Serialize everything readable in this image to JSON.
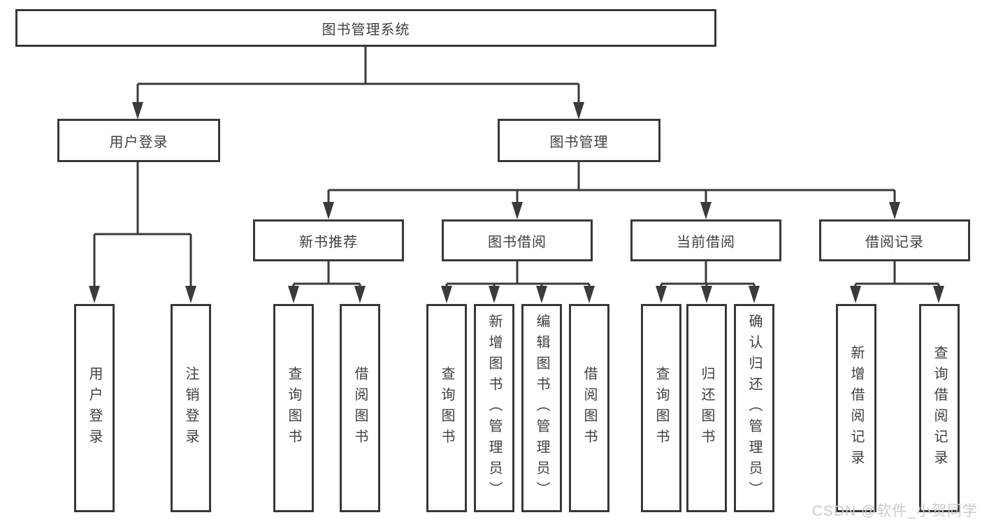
{
  "diagram_title": "图书管理系统",
  "tree": {
    "root": {
      "label": "图书管理系统"
    },
    "level2": [
      {
        "label": "用户登录",
        "children_labels": [
          "用户登录",
          "注销登录"
        ]
      },
      {
        "label": "图书管理",
        "children_labels": [
          "新书推荐",
          "图书借阅",
          "当前借阅",
          "借阅记录"
        ]
      }
    ],
    "level3": [
      {
        "label": "新书推荐",
        "children_labels": [
          "查询图书",
          "借阅图书"
        ]
      },
      {
        "label": "图书借阅",
        "children_labels": [
          "查询图书",
          "新增图书（管理员）",
          "编辑图书（管理员）",
          "借阅图书"
        ]
      },
      {
        "label": "当前借阅",
        "children_labels": [
          "查询图书",
          "归还图书",
          "确认归还（管理员）"
        ]
      },
      {
        "label": "借阅记录",
        "children_labels": [
          "新增借阅记录",
          "查询借阅记录"
        ]
      }
    ]
  },
  "colors": {
    "line": "#3a3a3a",
    "border": "#383838",
    "text": "#3f3f3f",
    "background": "#ffffff",
    "watermark": "#cbcbcb"
  },
  "watermark": "CSDN @软件_小贺同学"
}
